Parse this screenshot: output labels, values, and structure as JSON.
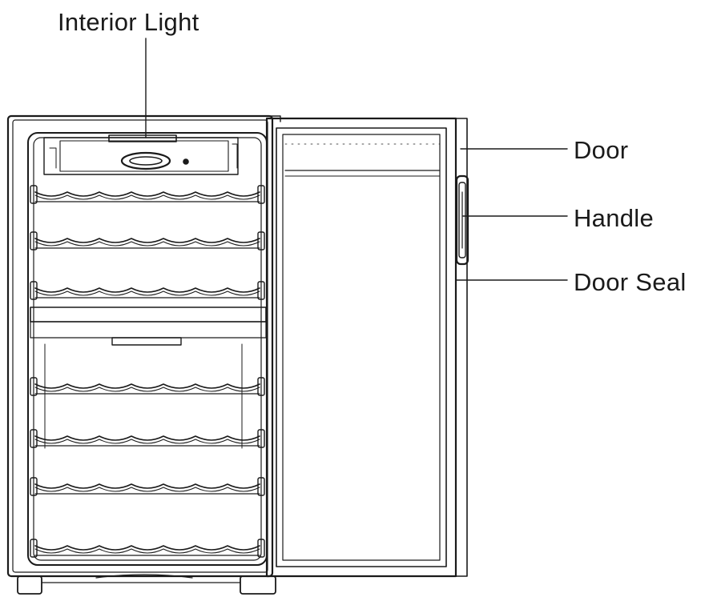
{
  "labels": {
    "interior_light": "Interior Light",
    "door": "Door",
    "handle": "Handle",
    "door_seal": "Door Seal"
  },
  "colors": {
    "line": "#1a1a1a",
    "background": "#ffffff"
  }
}
